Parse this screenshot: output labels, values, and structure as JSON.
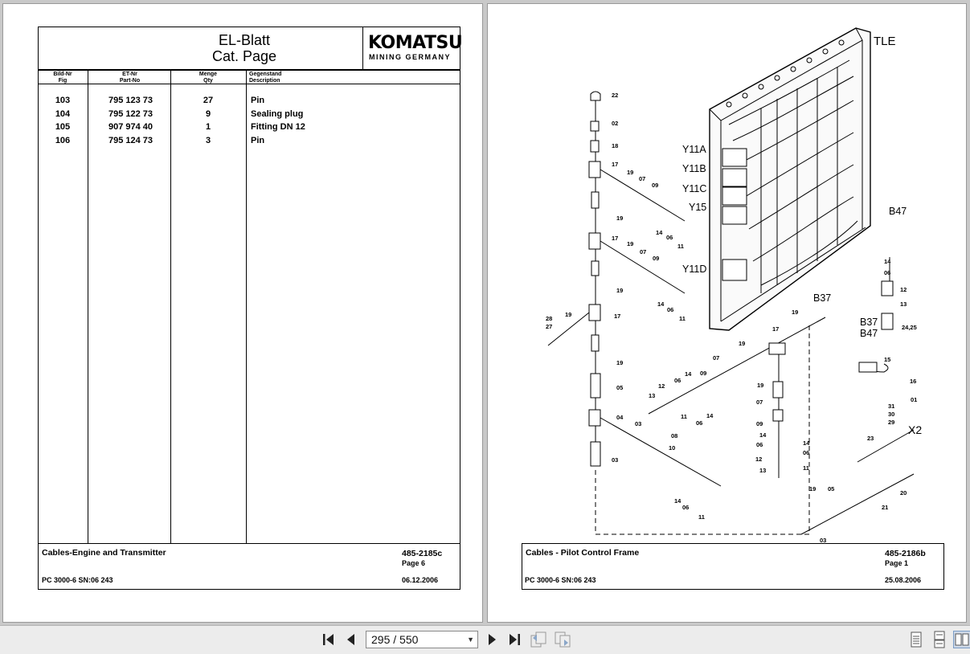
{
  "left_page": {
    "title_line1": "EL-Blatt",
    "title_line2": "Cat. Page",
    "logo_main": "KOMATSU",
    "logo_sub": "MINING GERMANY",
    "columns": [
      {
        "de": "Bild-Nr",
        "en": "Fig"
      },
      {
        "de": "ET-Nr",
        "en": "Part-No"
      },
      {
        "de": "Menge",
        "en": "Qty"
      },
      {
        "de": "Gegenstand",
        "en": "Description"
      }
    ],
    "rows": [
      {
        "fig": "103",
        "part": "795 123 73",
        "qty": "27",
        "desc": "Pin"
      },
      {
        "fig": "104",
        "part": "795 122 73",
        "qty": "9",
        "desc": "Sealing plug"
      },
      {
        "fig": "105",
        "part": "907 974 40",
        "qty": "1",
        "desc": "Fitting DN 12"
      },
      {
        "fig": "106",
        "part": "795 124 73",
        "qty": "3",
        "desc": "Pin"
      }
    ],
    "footer": {
      "caption": "Cables-Engine and Transmitter",
      "code": "485-2185c",
      "page": "Page 6",
      "model": "PC 3000-6 SN:06 243",
      "date": "06.12.2006"
    }
  },
  "right_page": {
    "diagram_labels": {
      "tle": "TLE",
      "y11a": "Y11A",
      "y11b": "Y11B",
      "y11c": "Y11C",
      "y15": "Y15",
      "y11d": "Y11D",
      "b47": "B47",
      "b37": "B37",
      "b37b": "B37",
      "b47b": "B47",
      "x2": "X2"
    },
    "footer": {
      "caption": "Cables - Pilot Control Frame",
      "code": "485-2186b",
      "page": "Page 1",
      "model": "PC 3000-6 SN:06 243",
      "date": "25.08.2006"
    }
  },
  "toolbar": {
    "page_indicator": "295 / 550"
  }
}
